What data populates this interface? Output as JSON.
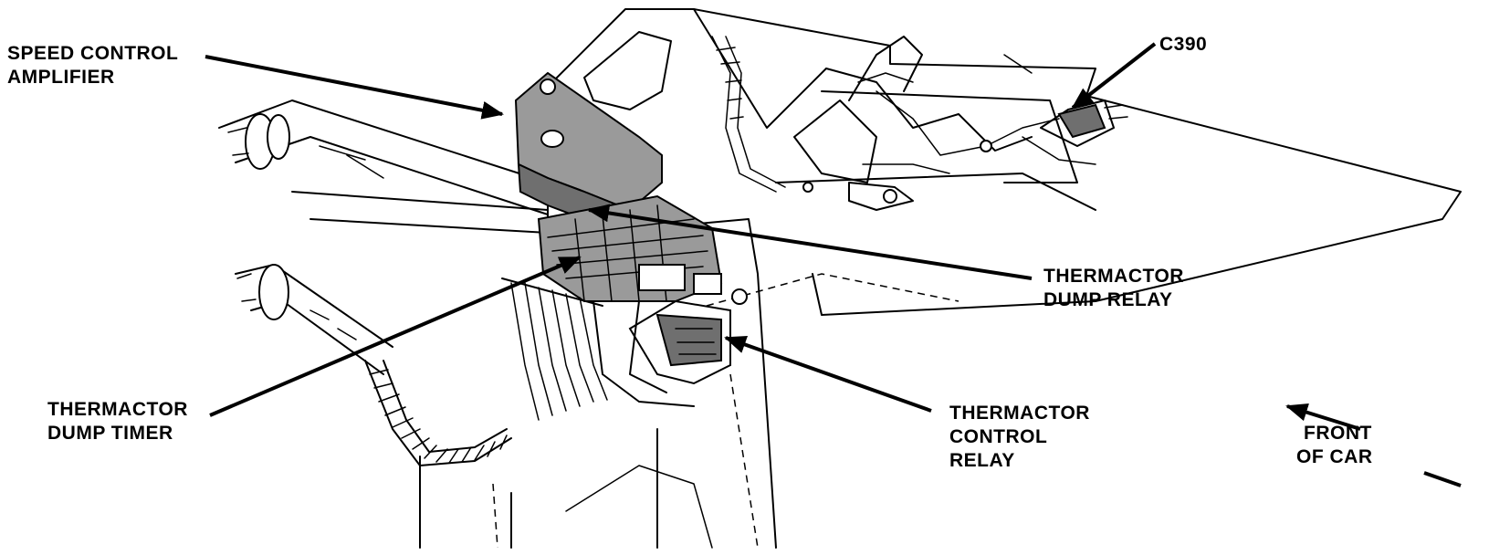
{
  "labels": {
    "speed_control_amplifier": [
      "SPEED CONTROL",
      "AMPLIFIER"
    ],
    "c390": "C390",
    "thermactor_dump_relay": [
      "THERMACTOR",
      "DUMP RELAY"
    ],
    "thermactor_dump_timer": [
      "THERMACTOR",
      "DUMP TIMER"
    ],
    "thermactor_control_relay": [
      "THERMACTOR",
      "CONTROL",
      "RELAY"
    ],
    "front_of_car": [
      "FRONT",
      "OF CAR"
    ]
  },
  "colors": {
    "line": "#000000",
    "background": "#ffffff",
    "shading": "#9a9a9a"
  }
}
